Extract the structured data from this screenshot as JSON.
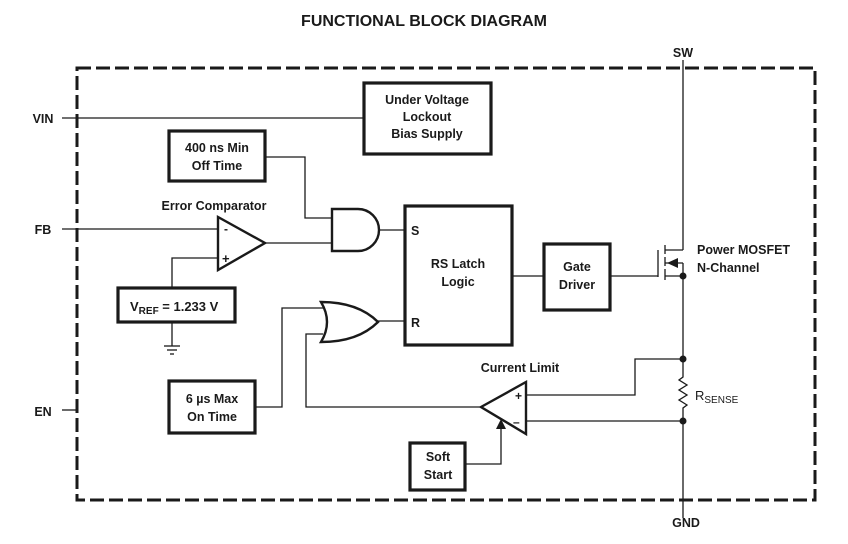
{
  "title": "FUNCTIONAL BLOCK DIAGRAM",
  "pins": {
    "sw": "SW",
    "vin": "VIN",
    "fb": "FB",
    "en": "EN",
    "gnd": "GND"
  },
  "blocks": {
    "uvlo": [
      "Under Voltage",
      "Lockout",
      "Bias Supply"
    ],
    "min_off_time": [
      "400 ns Min",
      "Off Time"
    ],
    "max_on_time": [
      "6 µs Max",
      "On Time"
    ],
    "vref": {
      "main": "V",
      "sub": "REF",
      "value": " = 1.233 V"
    },
    "rs_latch": [
      "RS Latch",
      "Logic"
    ],
    "rs_latch_inputs": {
      "s": "S",
      "r": "R"
    },
    "gate_driver": [
      "Gate",
      "Driver"
    ],
    "soft_start": [
      "Soft",
      "Start"
    ]
  },
  "labels": {
    "error_comparator": "Error Comparator",
    "current_limit": "Current Limit",
    "mosfet": [
      "Power MOSFET",
      "N-Channel"
    ],
    "rsense": {
      "main": "R",
      "sub": "SENSE"
    },
    "comp_minus": "-",
    "comp_plus": "+",
    "cl_plus": "+",
    "cl_minus": "–"
  },
  "colors": {
    "ink": "#1a1a1a",
    "background": "#ffffff"
  }
}
